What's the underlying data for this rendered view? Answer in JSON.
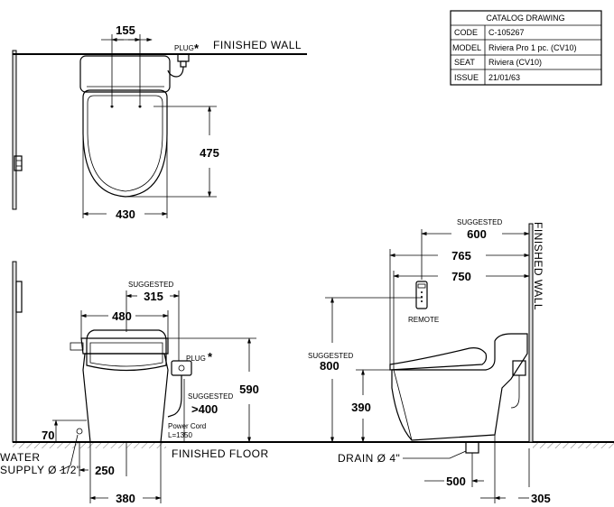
{
  "title_block": {
    "header": "CATALOG DRAWING",
    "rows": [
      {
        "key": "CODE",
        "value": "C-105267"
      },
      {
        "key": "MODEL",
        "value": "Riviera Pro 1 pc. (CV10)"
      },
      {
        "key": "SEAT",
        "value": "Riviera (CV10)"
      },
      {
        "key": "ISSUE",
        "value": "21/01/63"
      }
    ]
  },
  "top_view": {
    "finished_wall": "FINISHED WALL",
    "plug": "PLUG",
    "asterisk": "*",
    "dim_width_top": "155",
    "dim_depth": "475",
    "dim_width": "430"
  },
  "front_view": {
    "suggested": "SUGGESTED",
    "dim_315": "315",
    "dim_480": "480",
    "plug": "PLUG",
    "asterisk": "*",
    "suggested_400_label": "SUGGESTED",
    "dim_400": ">400",
    "dim_590": "590",
    "power_cord": "Power Cord",
    "power_cord_len": "L=1350",
    "dim_70": "70",
    "water_supply_1": "WATER",
    "water_supply_2": "SUPPLY Ø 1/2\"",
    "dim_250": "250",
    "dim_380": "380",
    "finished_floor": "FINISHED FLOOR"
  },
  "side_view": {
    "suggested_600_label": "SUGGESTED",
    "dim_600": "600",
    "dim_765": "765",
    "dim_750": "750",
    "finished_wall": "FINISHED WALL",
    "remote": "REMOTE",
    "suggested_800_label": "SUGGESTED",
    "dim_800": "800",
    "dim_390": "390",
    "drain": "DRAIN Ø 4\"",
    "dim_500": "500",
    "dim_305": "305"
  }
}
